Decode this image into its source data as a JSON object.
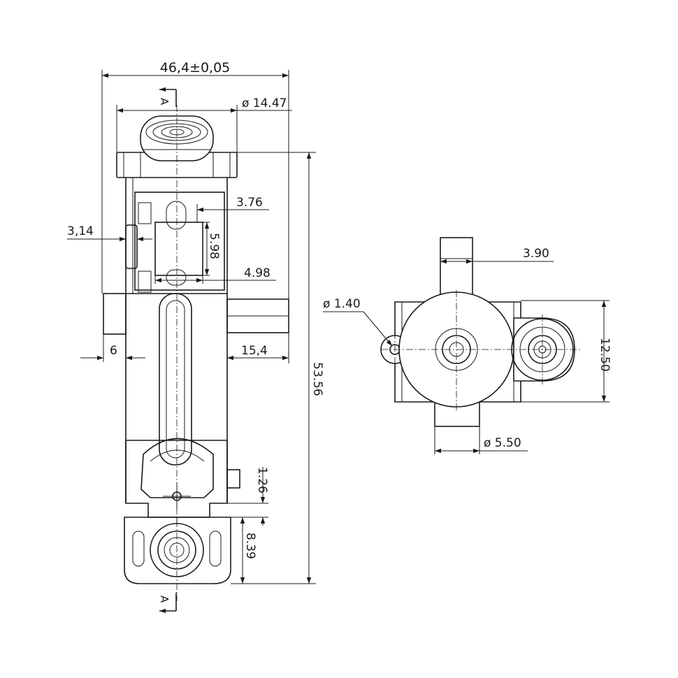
{
  "dimensions": {
    "overall_width": "46,4±0,05",
    "top_diameter": "ø 14.47",
    "slot_offset": "3.76",
    "slot_height": "5.98",
    "slot_width": "4.98",
    "side_offset": "3,14",
    "stub_length": "6",
    "stem_length": "15,4",
    "overall_height": "53.56",
    "lower_offset": "1.26",
    "bottom_height": "8.39",
    "top_stub_width": "3.90",
    "hole_diameter": "ø 1.40",
    "side_height": "12.50",
    "bottom_stub_diameter": "ø 5.50"
  },
  "section_marks": {
    "top": "A",
    "bottom": "A"
  },
  "colors": {
    "line": "#1a1a1a",
    "background": "#ffffff"
  }
}
